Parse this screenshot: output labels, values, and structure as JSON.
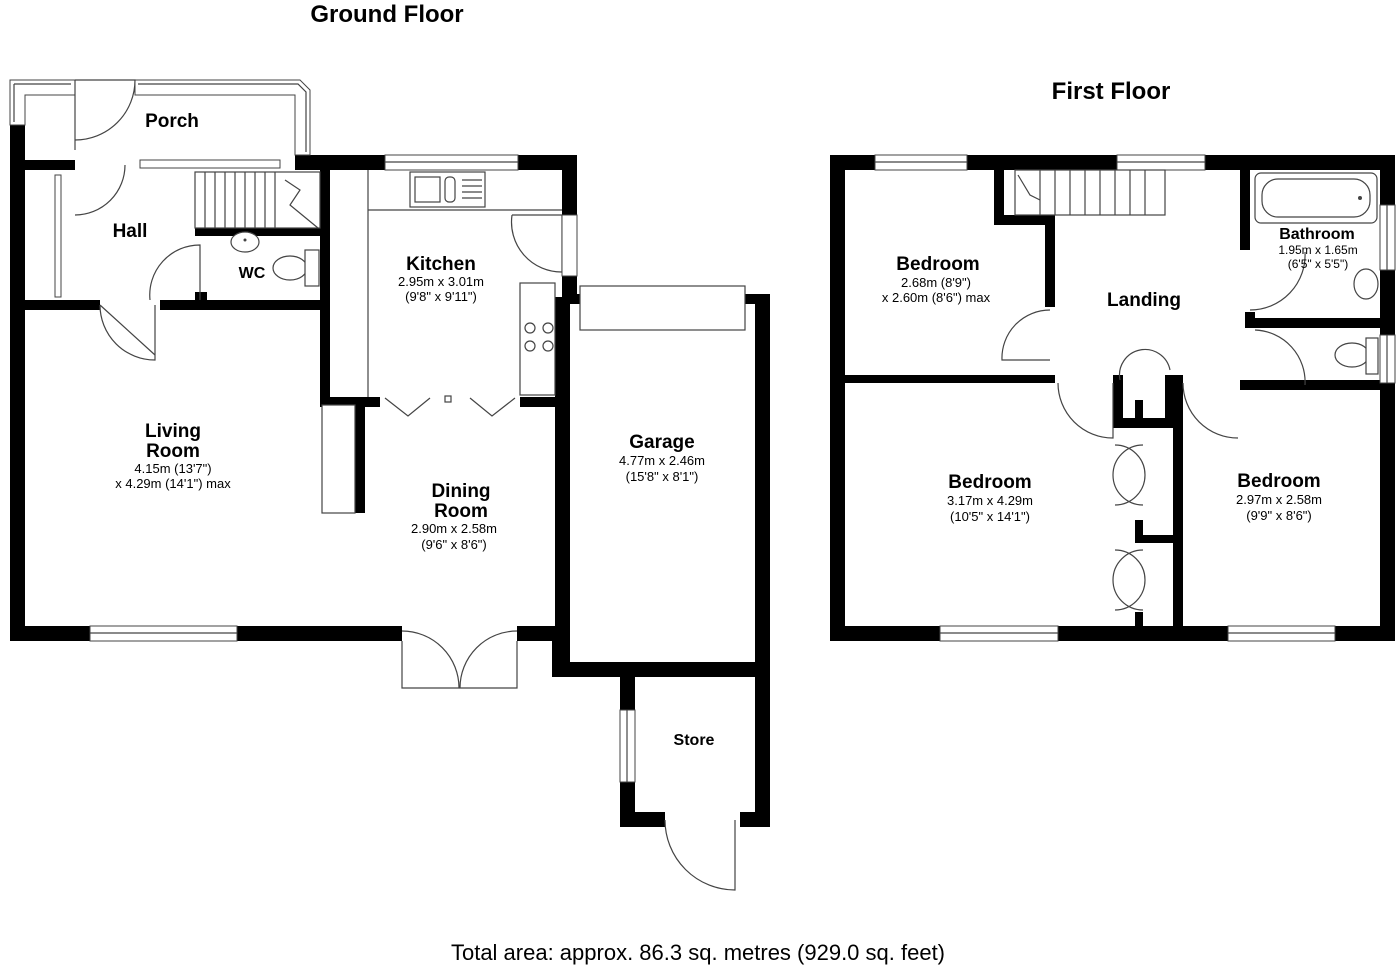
{
  "floors": {
    "ground": {
      "title": "Ground Floor",
      "rooms": {
        "porch": {
          "name": "Porch"
        },
        "hall": {
          "name": "Hall"
        },
        "wc": {
          "name": "WC"
        },
        "kitchen": {
          "name": "Kitchen",
          "dim_metric": "2.95m x 3.01m",
          "dim_imperial": "(9'8\" x 9'11\")"
        },
        "living": {
          "name_line1": "Living",
          "name_line2": "Room",
          "dim_metric": "4.15m (13'7\")",
          "dim_imperial": "x 4.29m (14'1\") max"
        },
        "dining": {
          "name_line1": "Dining",
          "name_line2": "Room",
          "dim_metric": "2.90m x 2.58m",
          "dim_imperial": "(9'6\" x 8'6\")"
        },
        "garage": {
          "name": "Garage",
          "dim_metric": "4.77m x 2.46m",
          "dim_imperial": "(15'8\" x 8'1\")"
        },
        "store": {
          "name": "Store"
        }
      }
    },
    "first": {
      "title": "First Floor",
      "rooms": {
        "bedroom1": {
          "name": "Bedroom",
          "dim_metric": "2.68m (8'9\")",
          "dim_imperial": "x 2.60m (8'6\") max"
        },
        "landing": {
          "name": "Landing"
        },
        "bathroom": {
          "name": "Bathroom",
          "dim_metric": "1.95m x 1.65m",
          "dim_imperial": "(6'5\" x 5'5\")"
        },
        "bedroom2": {
          "name": "Bedroom",
          "dim_metric": "3.17m x 4.29m",
          "dim_imperial": "(10'5\" x 14'1\")"
        },
        "bedroom3": {
          "name": "Bedroom",
          "dim_metric": "2.97m x 2.58m",
          "dim_imperial": "(9'9\" x 8'6\")"
        }
      }
    }
  },
  "total_area": "Total area: approx. 86.3 sq. metres (929.0 sq. feet)"
}
